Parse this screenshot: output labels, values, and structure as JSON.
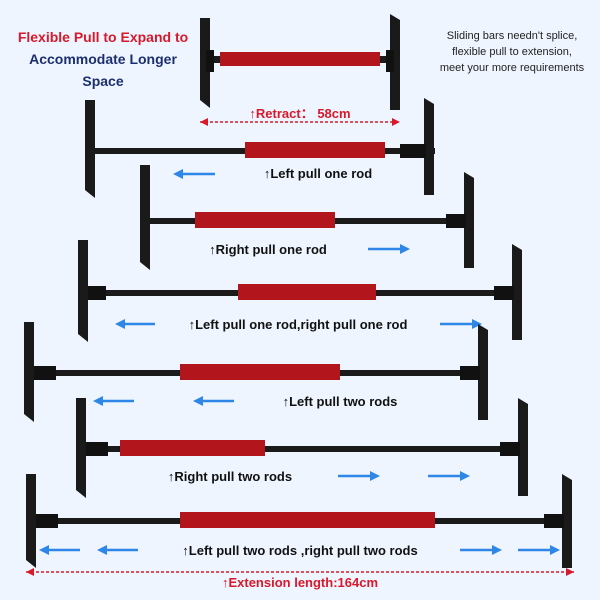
{
  "title": {
    "line1": "Flexible Pull to Expand to",
    "line2": "Accommodate Longer Space"
  },
  "note": [
    "Sliding bars needn't splice,",
    "flexible pull to extension,",
    "meet your more requirements"
  ],
  "retract_label": "↑Retract： 58cm",
  "extension_label": "↑Extension length:164cm",
  "rows": [
    {
      "label": "↑Left pull one rod"
    },
    {
      "label": "↑Right pull one rod"
    },
    {
      "label": "↑Left pull one rod,right pull one rod"
    },
    {
      "label": "↑Left pull two rods"
    },
    {
      "label": "↑Right pull two rods"
    },
    {
      "label": "↑Left pull two rods ,right pull two rods"
    }
  ],
  "colors": {
    "background": "#eef5ff",
    "red": "#d7192b",
    "navy": "#1b2f6e",
    "arrow_blue": "#2e86e6",
    "rod_red": "#b3151c",
    "rod_black": "#1a1a1a"
  }
}
